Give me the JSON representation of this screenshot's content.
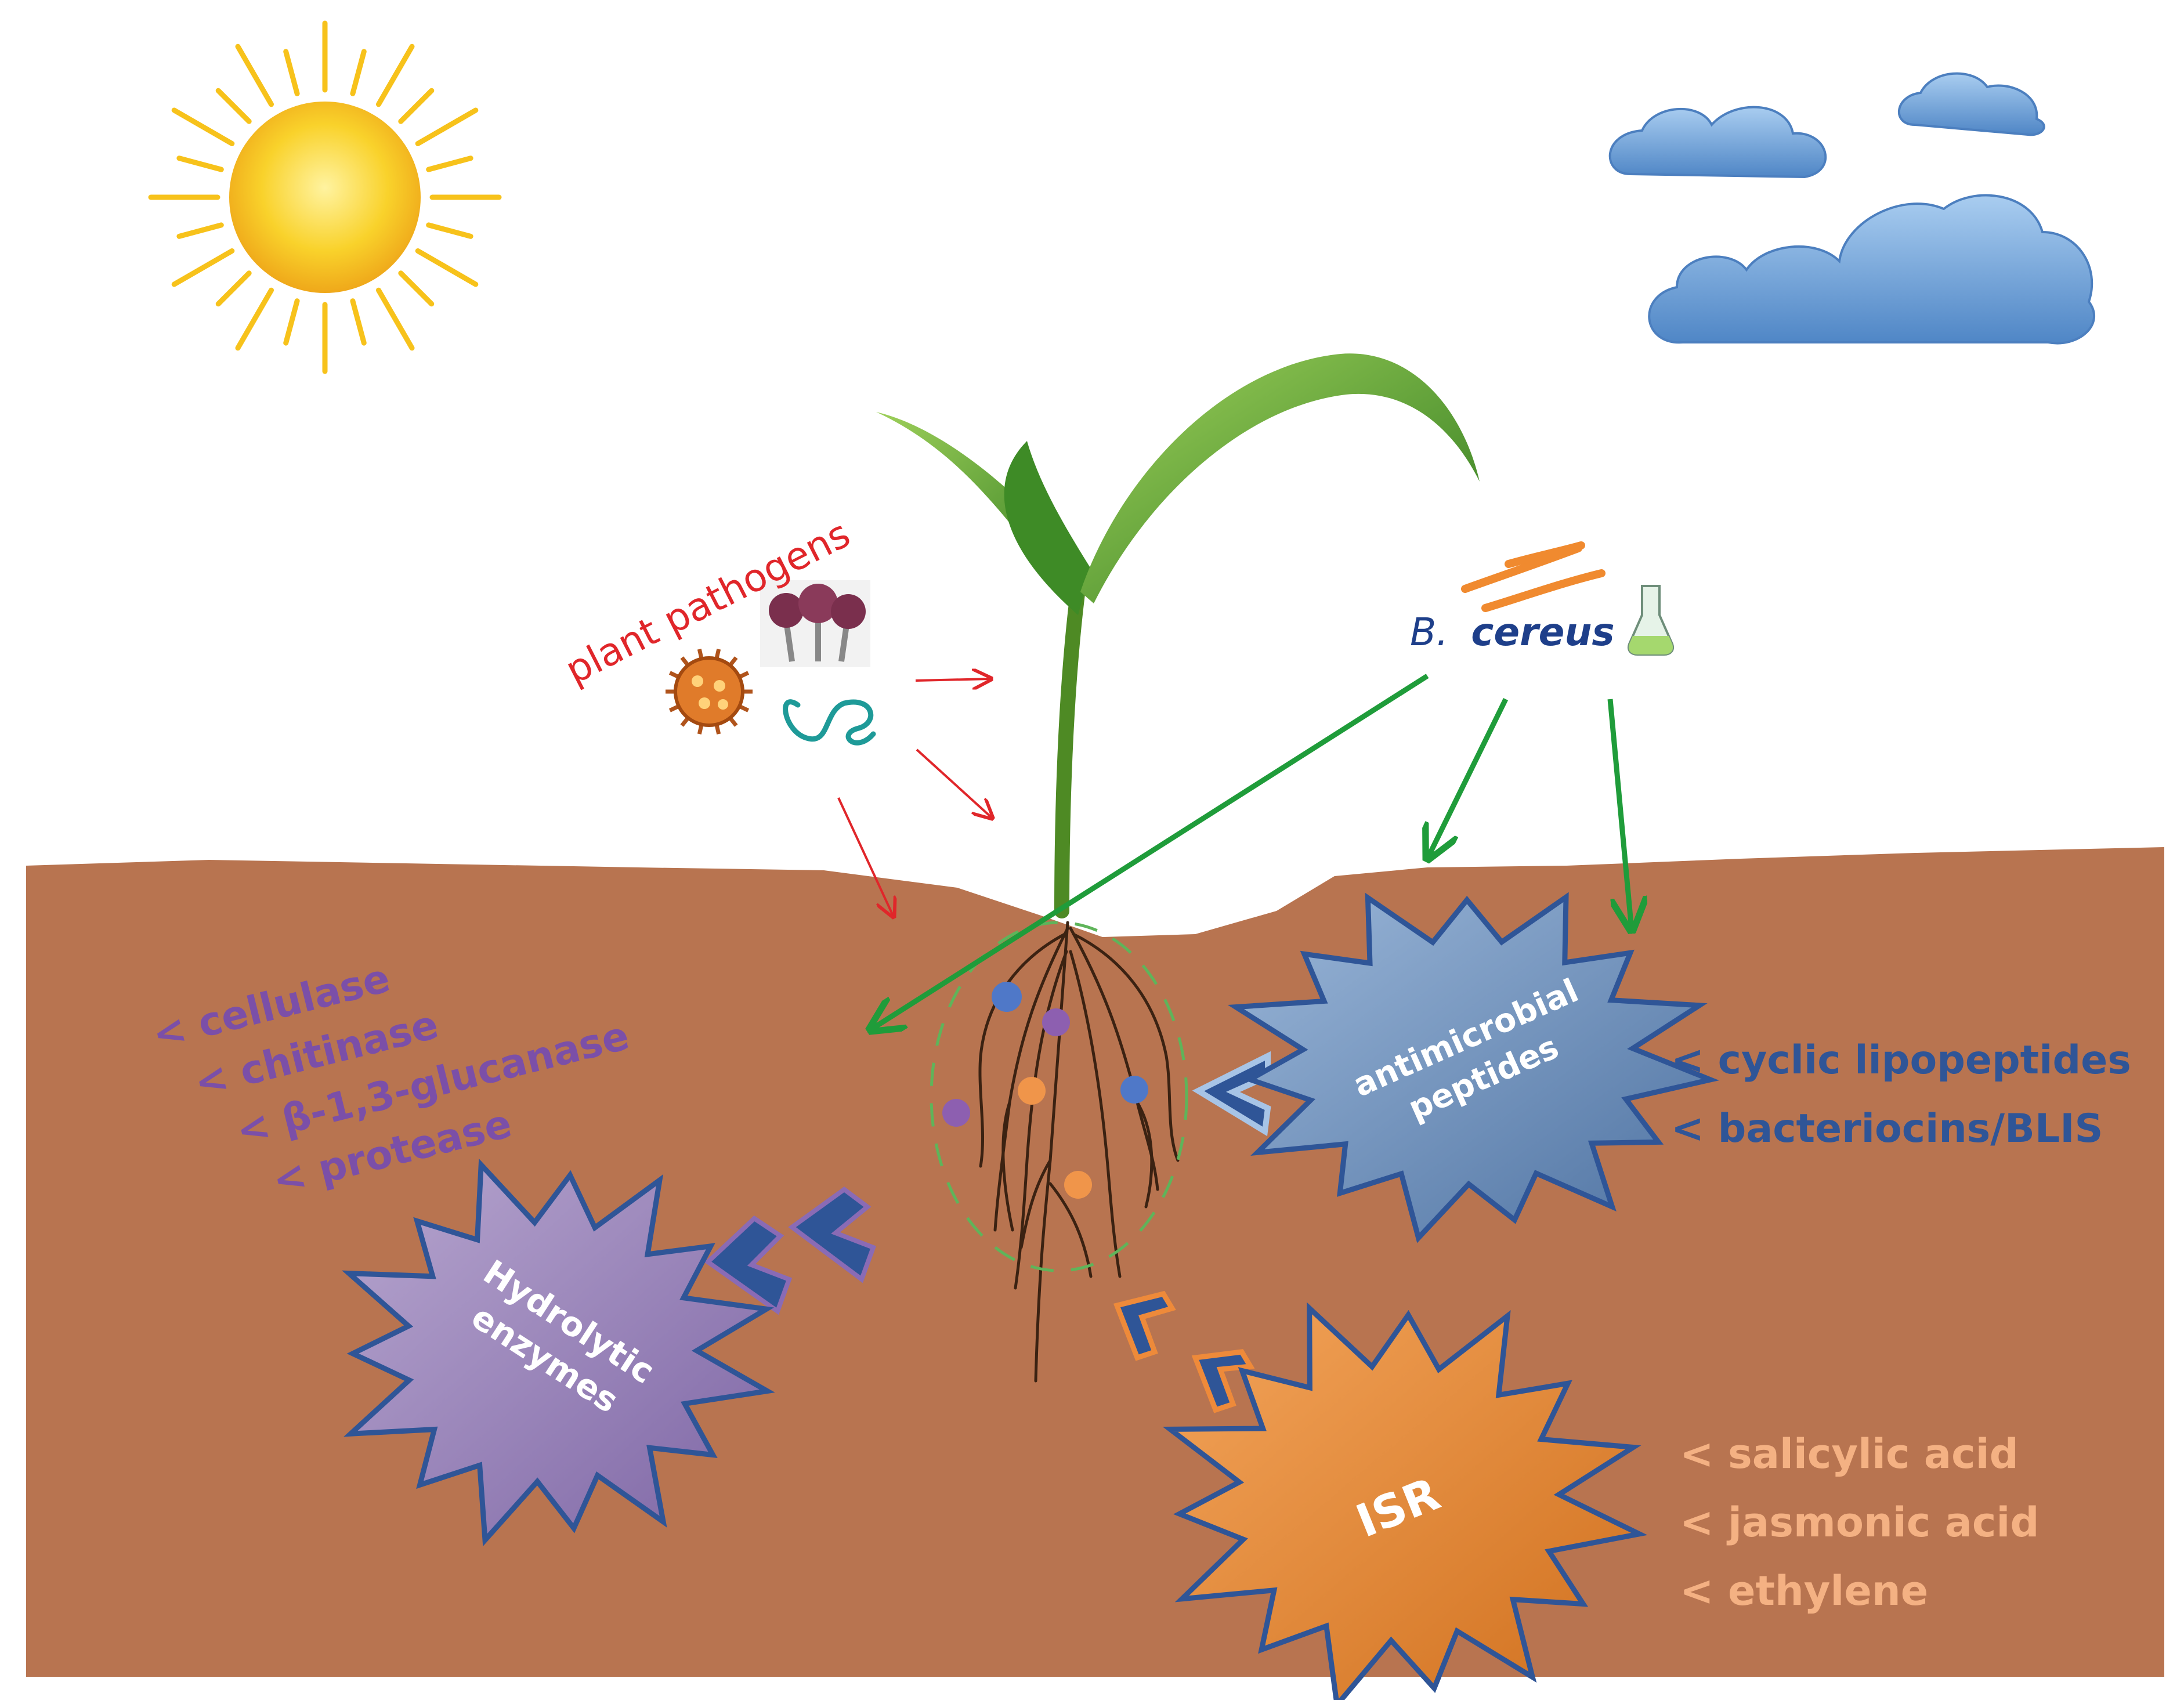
{
  "colors": {
    "soil": "#B87450",
    "pathogen_text": "#E0262A",
    "pathogen_arrow": "#E0262A",
    "bacillus_text": "#1E3F8A",
    "green_arrow": "#1F9C3A",
    "hydrolytic_text": "#7B4FA8",
    "hydrolytic_star": "#9A86B8",
    "antimicrobial_text": "#2F5597",
    "antimicrobial_star": "#6D8EB8",
    "isr_text": "#F4B183",
    "isr_star": "#E2883D",
    "sun": "#F7C21B",
    "cloud": "#6E9FD6"
  },
  "icons": [
    "sun-icon",
    "cloud-icon",
    "fungus-icon",
    "virus-icon",
    "nematode-icon",
    "bacteria-icon",
    "flask-icon",
    "maize-plant-icon"
  ],
  "labels": {
    "plant_pathogens": "plant pathogens",
    "bacillus_genus": "B.",
    "bacillus_species": "cereus",
    "hydrolytic_line1": "Hydrolytic",
    "hydrolytic_line2": "enzymes",
    "antimicrobial_line1": "antimicrobial",
    "antimicrobial_line2": "peptides",
    "isr": "ISR"
  },
  "hydrolytic_list": [
    "< cellulase",
    "< chitinase",
    "< β-1,3-glucanase",
    "< protease"
  ],
  "antimicrobial_list": [
    "< cyclic lipopeptides",
    "< bacteriocins/BLIS"
  ],
  "isr_list": [
    "< salicylic acid",
    "< jasmonic acid",
    "< ethylene"
  ]
}
